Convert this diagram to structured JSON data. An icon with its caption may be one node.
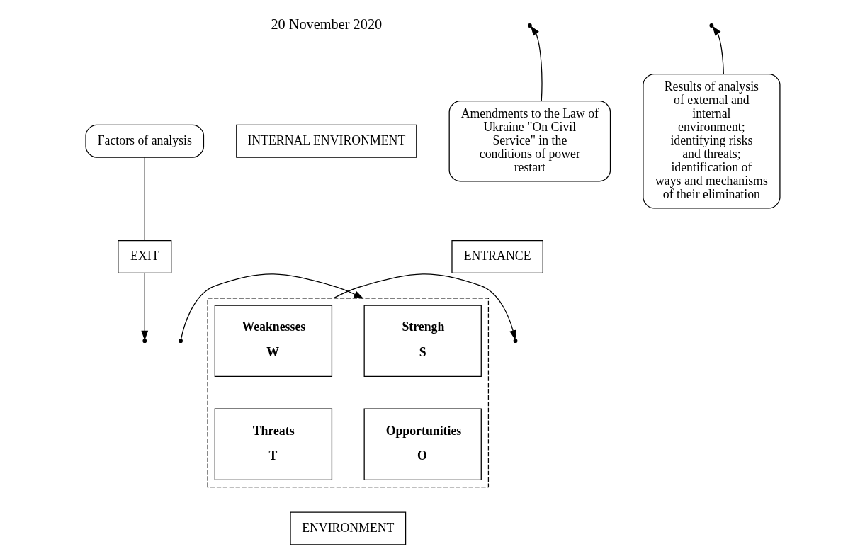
{
  "diagram": {
    "nodes": [
      {
        "text": [
          "INTERNAL ENVIRONMENT"
        ]
      },
      {
        "text": [
          "Factors of analysis"
        ]
      },
      {
        "text": [
          "EXIT"
        ]
      },
      {
        "text": [],
        "shape": "box"
      },
      {
        "text": [
          "Strengh",
          "S"
        ],
        "in": 3
      },
      {
        "text": [
          "Weaknesses",
          "W"
        ],
        "in": 3
      },
      {
        "text": [
          "Opportunities",
          "O"
        ],
        "in": 3
      },
      {
        "text": [
          "Threats",
          "T"
        ],
        "in": 3
      },
      {
        "text": [
          "ENTRANCE"
        ]
      },
      {
        "text": [
          "Amendments to the Law of Ukraine \"On Civil Service\" in the conditions of power restart"
        ]
      },
      {
        "text": [
          "ENVIRONMENT"
        ]
      },
      {
        "text": [
          "Results of analysis of external and internal environment; identifying risks and threats; identification of ways and mechanisms of their elimination"
        ]
      }
    ],
    "edges": [
      {
        "from": 1,
        "to": 2,
        "arrow": "none"
      },
      {
        "from": 2,
        "to": null,
        "arrow": "to"
      },
      {
        "from": 9,
        "to": null,
        "arrow": "to"
      },
      {
        "from": null,
        "to": 3,
        "arrow": "to"
      },
      {
        "from": 3,
        "to": null,
        "arrow": "to"
      },
      {
        "from": 11,
        "to": null,
        "arrow": "to"
      }
    ],
    "labels": [
      "20 November 2020"
    ]
  }
}
